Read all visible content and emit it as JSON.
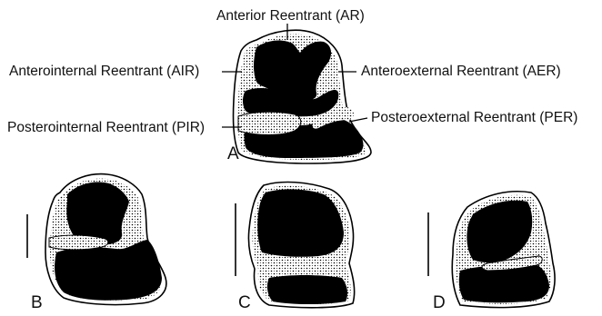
{
  "labels": {
    "ar": "Anterior Reentrant (AR)",
    "air": "Anterointernal Reentrant (AIR)",
    "aer": "Anteroexternal Reentrant (AER)",
    "pir": "Posterointernal Reentrant (PIR)",
    "per": "Posteroexternal Reentrant (PER)"
  },
  "panels": {
    "a": "A",
    "b": "B",
    "c": "C",
    "d": "D"
  },
  "colors": {
    "enamel_fill": "#000000",
    "outline": "#000000",
    "background": "#ffffff"
  }
}
